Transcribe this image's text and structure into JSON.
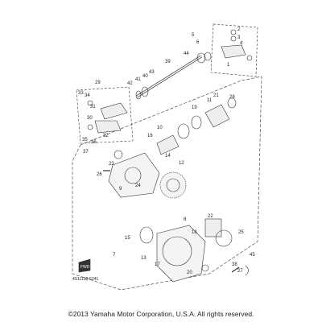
{
  "diagram_code": "4S11100-F241",
  "front_badge": "FWD",
  "copyright": "©2013 Yamaha Motor Corporation, U.S.A. All rights reserved.",
  "callouts": [
    "1",
    "2",
    "3",
    "4",
    "5",
    "6",
    "7",
    "8",
    "9",
    "10",
    "11",
    "12",
    "13",
    "14",
    "15",
    "16",
    "17",
    "18",
    "19",
    "20",
    "21",
    "22",
    "23",
    "24",
    "25",
    "26",
    "27",
    "28",
    "29",
    "30",
    "31",
    "32",
    "33",
    "34",
    "35",
    "36",
    "37",
    "38",
    "39",
    "40",
    "41",
    "42",
    "43",
    "44",
    "45"
  ]
}
